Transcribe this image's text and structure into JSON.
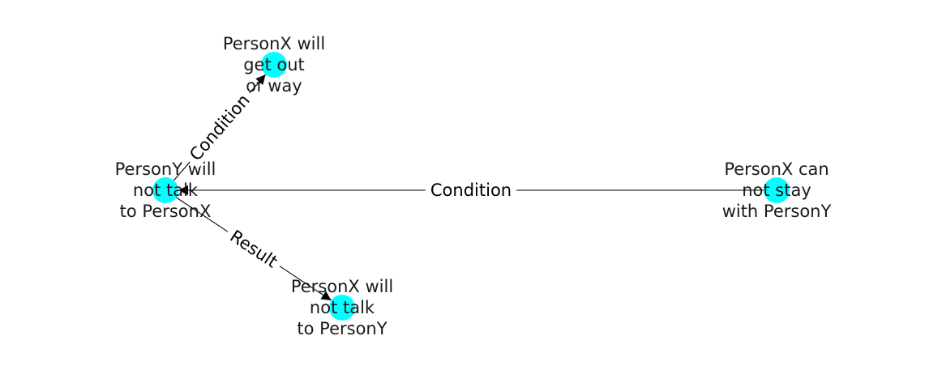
{
  "colors": {
    "node_fill": "#00ffff",
    "edge": "#000000",
    "text": "#1a1a1a",
    "background": "#ffffff"
  },
  "nodes": [
    {
      "id": "n1",
      "label_lines": [
        "PersonX will",
        "get out",
        "of way"
      ]
    },
    {
      "id": "n2",
      "label_lines": [
        "PersonY will",
        "not talk",
        "to PersonX"
      ]
    },
    {
      "id": "n3",
      "label_lines": [
        "PersonX can",
        "not stay",
        "with PersonY"
      ]
    },
    {
      "id": "n4",
      "label_lines": [
        "PersonX will",
        "not talk",
        "to PersonY"
      ]
    }
  ],
  "edges": [
    {
      "id": "e1",
      "from": "n2",
      "to": "n1",
      "label": "Condition"
    },
    {
      "id": "e2",
      "from": "n3",
      "to": "n2",
      "label": "Condition"
    },
    {
      "id": "e3",
      "from": "n2",
      "to": "n4",
      "label": "Result"
    }
  ]
}
